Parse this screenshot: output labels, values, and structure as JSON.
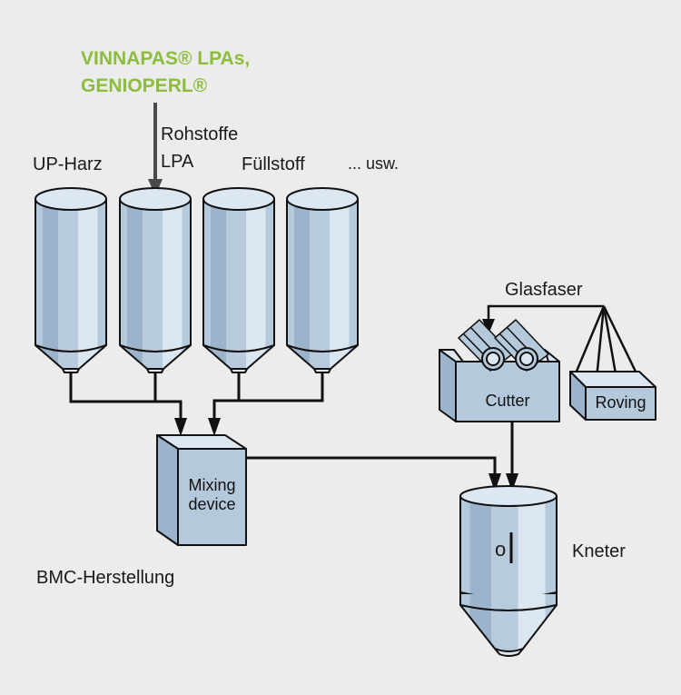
{
  "diagram": {
    "title": "BMC-Herstellung",
    "additive": {
      "line1": "VINNAPAS® LPAs,",
      "line2": "GENIOPERL®",
      "color": "#8cbd3f"
    },
    "silos": [
      {
        "label": "UP-Harz"
      },
      {
        "label": "Rohstoffe LPA",
        "line1": "Rohstoffe",
        "line2": "LPA"
      },
      {
        "label": "Füllstoff"
      },
      {
        "label": "... usw."
      }
    ],
    "mixing_device": {
      "line1": "Mixing",
      "line2": "device"
    },
    "glass_fiber": {
      "label": "Glasfaser"
    },
    "cutter": {
      "label": "Cutter"
    },
    "roving": {
      "label": "Roving"
    },
    "kneader": {
      "label": "Kneter",
      "symbol": "o|"
    },
    "colors": {
      "background": "#ececec",
      "equipment_light": "#dce7f1",
      "equipment_mid": "#b5c9dc",
      "equipment_dark": "#9bb3cb",
      "line": "#111111",
      "feed_arrow": "#4a4a4a"
    }
  }
}
